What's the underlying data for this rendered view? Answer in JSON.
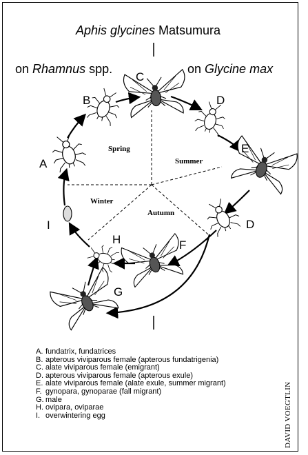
{
  "title": {
    "species": "Aphis glycines",
    "author": "Matsumura"
  },
  "hosts": {
    "left": {
      "prefix": "on",
      "name": "Rhamnus",
      "suffix": "spp."
    },
    "right": {
      "prefix": "on",
      "name": "Glycine max"
    }
  },
  "seasons": [
    "Spring",
    "Summer",
    "Autumn",
    "Winter"
  ],
  "stage_letters": [
    "A",
    "B",
    "C",
    "D",
    "E",
    "D",
    "F",
    "G",
    "H",
    "I"
  ],
  "legend": [
    {
      "key": "A.",
      "text": "fundatrix, fundatrices"
    },
    {
      "key": "B.",
      "text": "apterous viviparous female (apterous fundatrigenia)"
    },
    {
      "key": "C.",
      "text": "alate viviparous female (emigrant)"
    },
    {
      "key": "D.",
      "text": "apterous viviparous female (apterous exule)"
    },
    {
      "key": "E.",
      "text": "alate viviparous female (alate exule, summer migrant)"
    },
    {
      "key": "F.",
      "text": "gynopara, gynoparae (fall migrant)"
    },
    {
      "key": "G.",
      "text": "male"
    },
    {
      "key": "H.",
      "text": "ovipara, oviparae"
    },
    {
      "key": "I.",
      "text": "overwintering egg"
    }
  ],
  "credit": "DAVID VOEGTLIN"
}
